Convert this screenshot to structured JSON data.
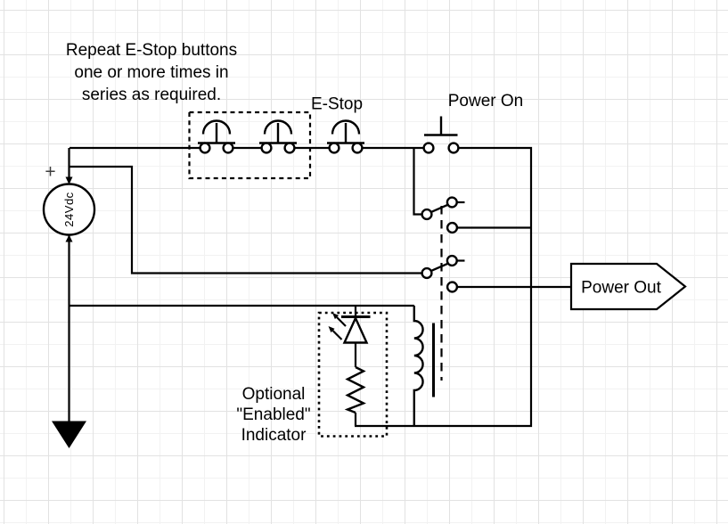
{
  "diagram": {
    "note_repeat": {
      "lines": [
        "Repeat E-Stop buttons",
        "one or more times in",
        "series as required."
      ]
    },
    "labels": {
      "estop": "E-Stop",
      "power_on": "Power On",
      "power_out": "Power Out"
    },
    "indicator_note": {
      "lines": [
        "Optional",
        "\"Enabled\"",
        "Indicator"
      ]
    },
    "source": {
      "voltage_label": "24Vdc",
      "polarity_label": "+"
    },
    "colors": {
      "wire": "#000000",
      "text": "#000000",
      "background": "#ffffff",
      "grid_minor": "#f2f2f2",
      "grid_major": "#e2e2e2"
    }
  }
}
